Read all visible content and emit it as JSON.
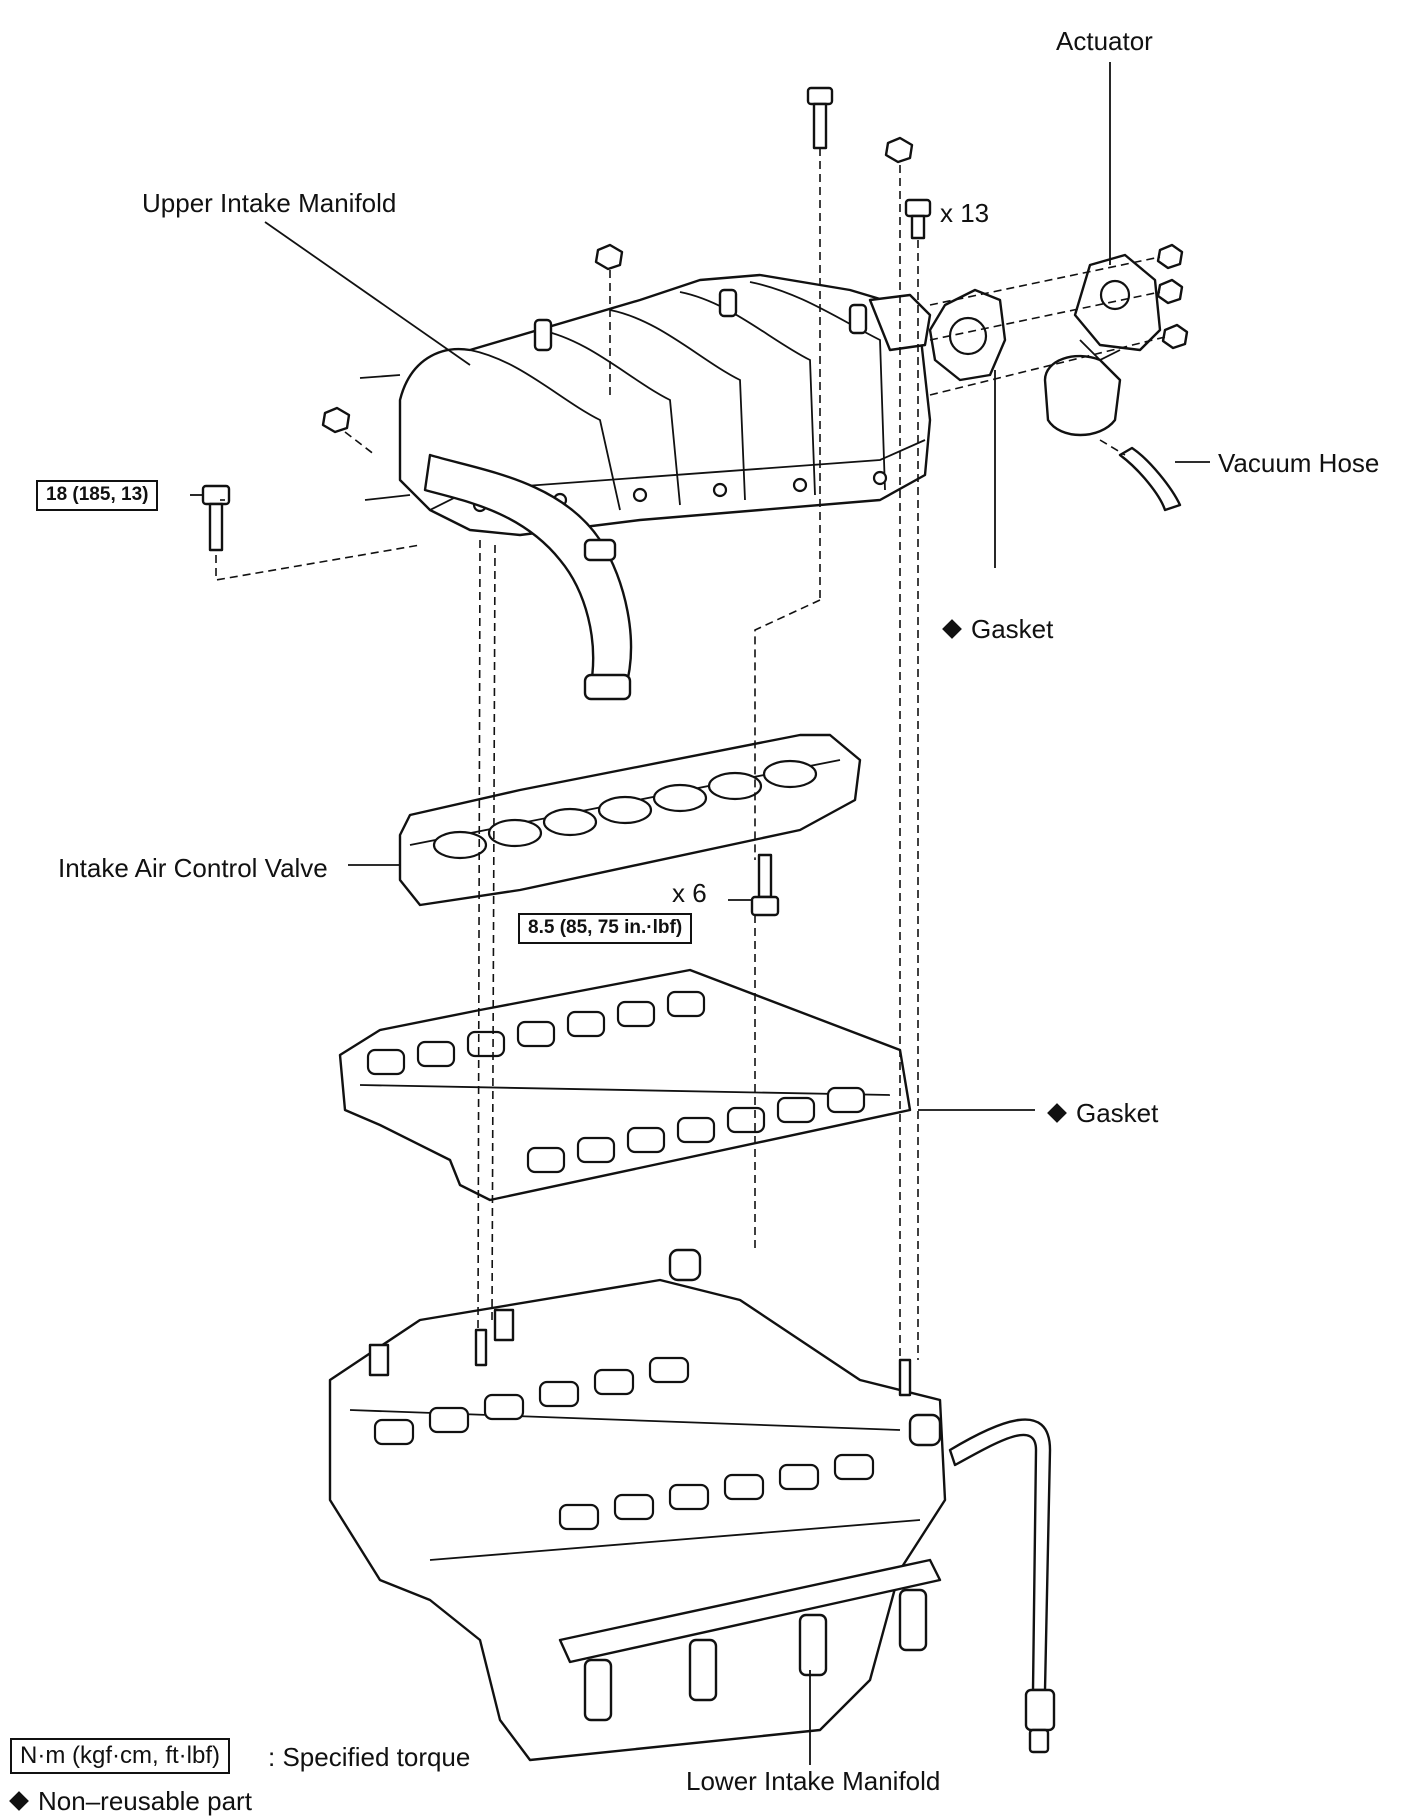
{
  "labels": {
    "actuator": "Actuator",
    "upper_intake_manifold": "Upper Intake Manifold",
    "bolt_count_13": "x 13",
    "vacuum_hose": "Vacuum Hose",
    "gasket_upper": "Gasket",
    "intake_air_control_valve": "Intake Air Control Valve",
    "bolt_count_6": "x 6",
    "gasket_lower": "Gasket",
    "lower_intake_manifold": "Lower Intake Manifold"
  },
  "torque": {
    "upper_bolt": "18 (185, 13)",
    "valve_bolt": "8.5 (85, 75 in.·lbf)"
  },
  "legend": {
    "torque_units": "N·m (kgf·cm, ft·lbf)",
    "torque_desc": ": Specified torque",
    "non_reusable": "Non–reusable part"
  },
  "icons": {
    "non_reusable_marker": "diamond-icon"
  }
}
